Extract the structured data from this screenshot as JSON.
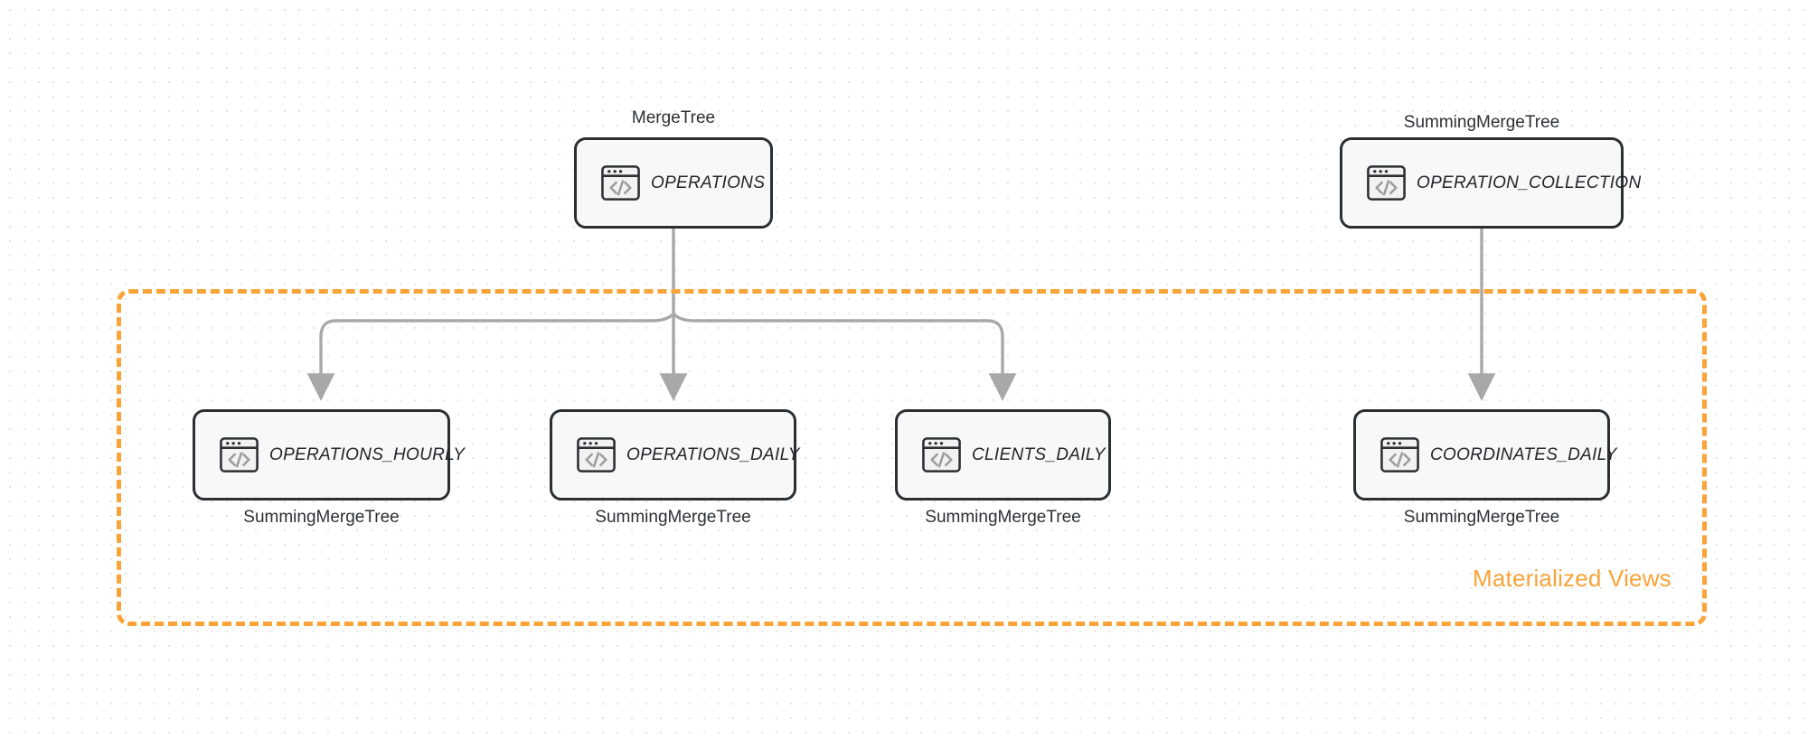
{
  "diagram": {
    "title": "ClickHouse table and materialized view topology",
    "background": "#ffffff",
    "accent_orange": "#F9A338",
    "edge_gray": "#A8A8A8",
    "node_border": "#2B2F33",
    "node_fill": "#F7F8F8"
  },
  "group": {
    "label": "Materialized Views",
    "color": "#F9A338"
  },
  "nodes": [
    {
      "id": "operations",
      "name": "OPERATIONS",
      "caption": "MergeTree",
      "caption_position": "above",
      "icon": "code-window-icon"
    },
    {
      "id": "operation_collection",
      "name": "OPERATION_COLLECTION",
      "caption": "SummingMergeTree",
      "caption_position": "above",
      "icon": "code-window-icon"
    },
    {
      "id": "operations_hourly",
      "name": "OPERATIONS_HOURLY",
      "caption": "SummingMergeTree",
      "caption_position": "below",
      "icon": "code-window-icon"
    },
    {
      "id": "operations_daily",
      "name": "OPERATIONS_DAILY",
      "caption": "SummingMergeTree",
      "caption_position": "below",
      "icon": "code-window-icon"
    },
    {
      "id": "clients_daily",
      "name": "CLIENTS_DAILY",
      "caption": "SummingMergeTree",
      "caption_position": "below",
      "icon": "code-window-icon"
    },
    {
      "id": "coordinates_daily",
      "name": "COORDINATES_DAILY",
      "caption": "SummingMergeTree",
      "caption_position": "below",
      "icon": "code-window-icon"
    }
  ],
  "edges": [
    {
      "from": "operations",
      "to": "operations_hourly",
      "style": "elbow-arrow"
    },
    {
      "from": "operations",
      "to": "operations_daily",
      "style": "straight-arrow"
    },
    {
      "from": "operations",
      "to": "clients_daily",
      "style": "elbow-arrow"
    },
    {
      "from": "operation_collection",
      "to": "coordinates_daily",
      "style": "straight-arrow"
    }
  ]
}
